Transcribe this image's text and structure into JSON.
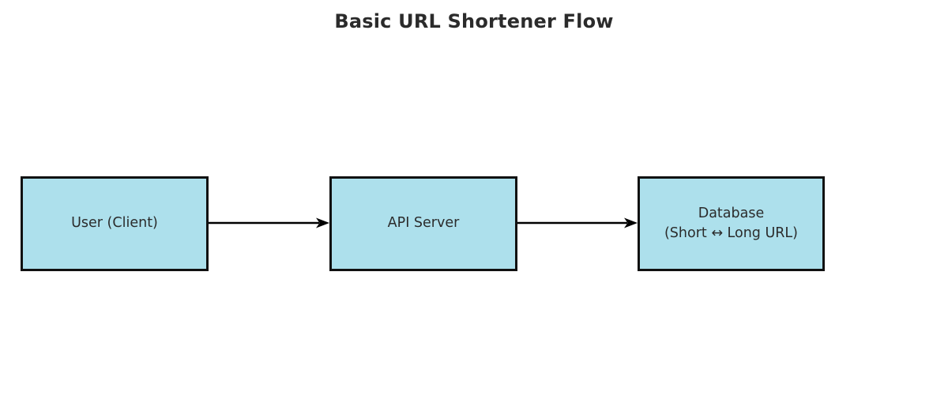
{
  "diagram": {
    "title": "Basic URL Shortener Flow",
    "type": "flowchart",
    "orientation": "left-to-right",
    "background_color": "#ffffff",
    "node_fill_color": "#ade0ec",
    "node_border_color": "#111111",
    "text_color": "#2b2b2b",
    "connector_color": "#000000",
    "nodes": [
      {
        "id": "user",
        "label": "User (Client)",
        "shape": "rectangle"
      },
      {
        "id": "api",
        "label": "API Server",
        "shape": "rectangle"
      },
      {
        "id": "database",
        "label": "Database\n(Short ↔ Long URL)",
        "shape": "rectangle"
      }
    ],
    "edges": [
      {
        "id": "user-to-api",
        "from": "User (Client)",
        "to": "API Server",
        "label": "",
        "arrow": "single-headed",
        "direction": "right"
      },
      {
        "id": "api-to-database",
        "from": "API Server",
        "to": "Database",
        "label": "",
        "arrow": "single-headed",
        "direction": "right"
      }
    ]
  }
}
